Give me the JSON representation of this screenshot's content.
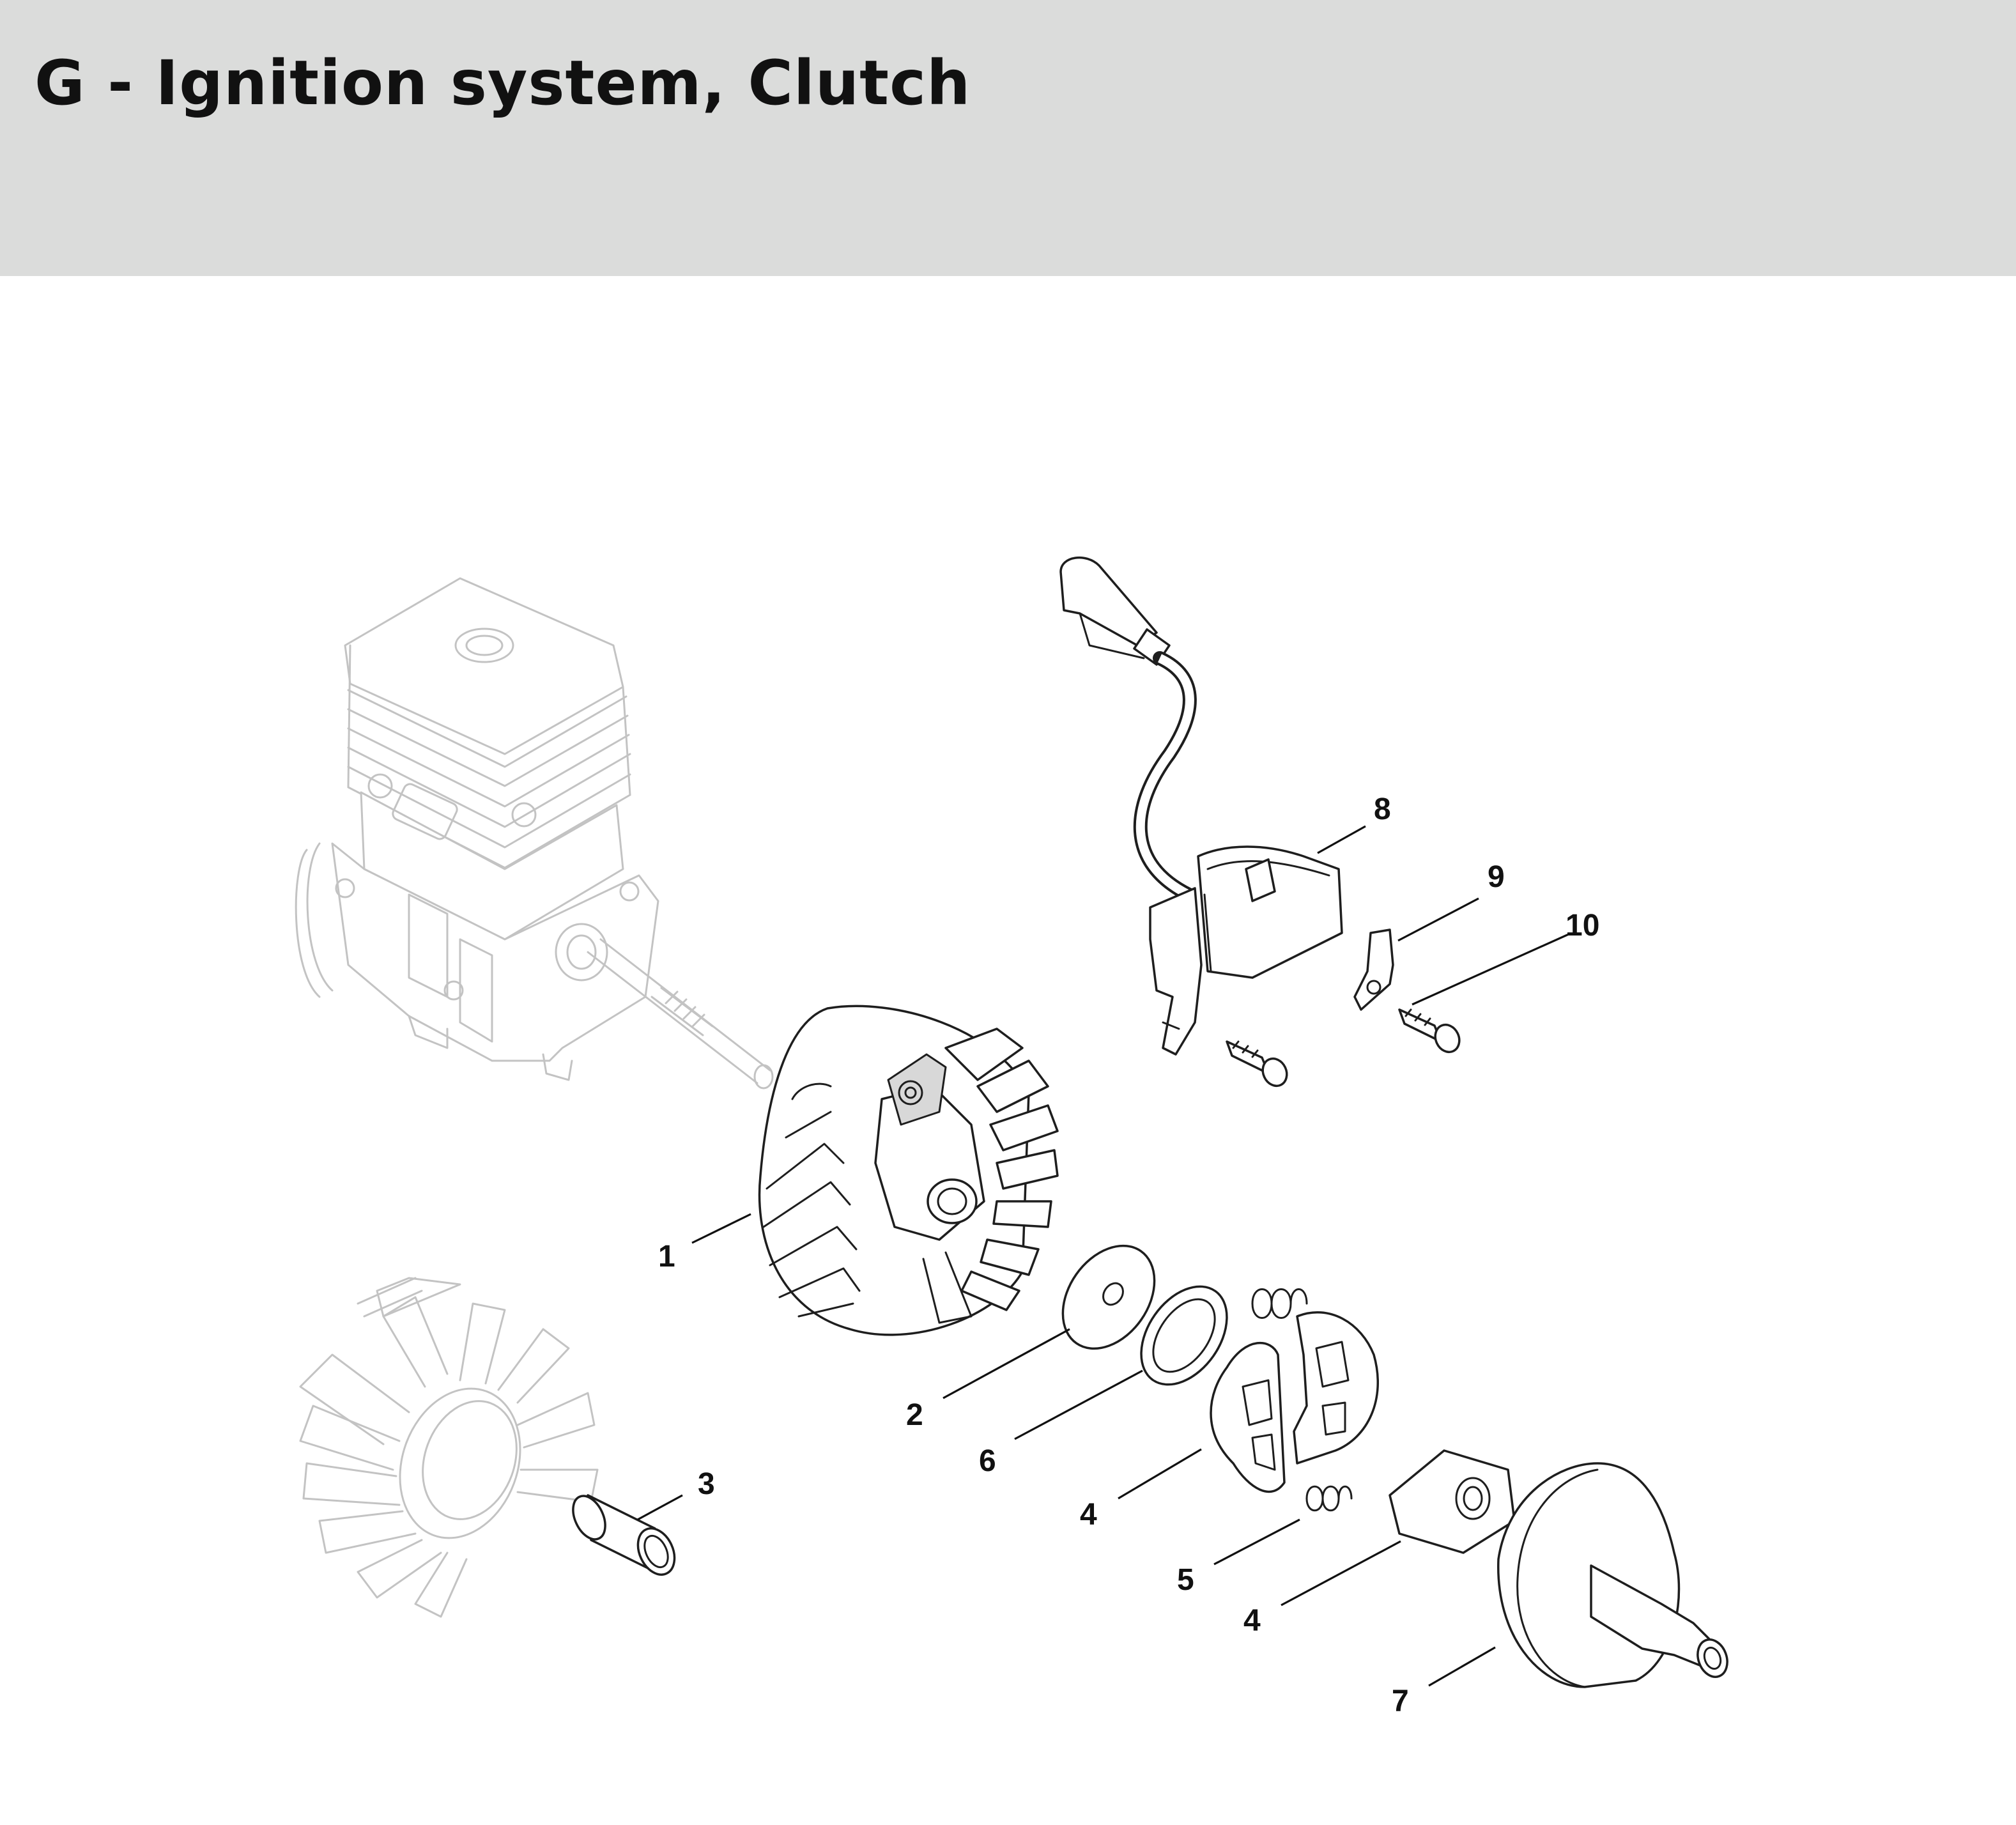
{
  "header": {
    "title": "G - Ignition system, Clutch",
    "background": "#dbdcdb"
  },
  "diagram": {
    "parts": [
      {
        "id": "flywheel",
        "label": "1"
      },
      {
        "id": "washer",
        "label": "2"
      },
      {
        "id": "sleeve",
        "label": "3"
      },
      {
        "id": "clutch-shoe-upper",
        "label": "4"
      },
      {
        "id": "spring",
        "label": "5"
      },
      {
        "id": "thrust-washer",
        "label": "6"
      },
      {
        "id": "clutch-drum",
        "label": "7"
      },
      {
        "id": "ignition-module",
        "label": "8"
      },
      {
        "id": "ground-plate",
        "label": "9"
      },
      {
        "id": "screw",
        "label": "10"
      },
      {
        "id": "clutch-carrier",
        "label": "4"
      }
    ],
    "colors": {
      "highlighted_part": "#1e1e1e",
      "context_part": "#c3c3c3"
    }
  }
}
